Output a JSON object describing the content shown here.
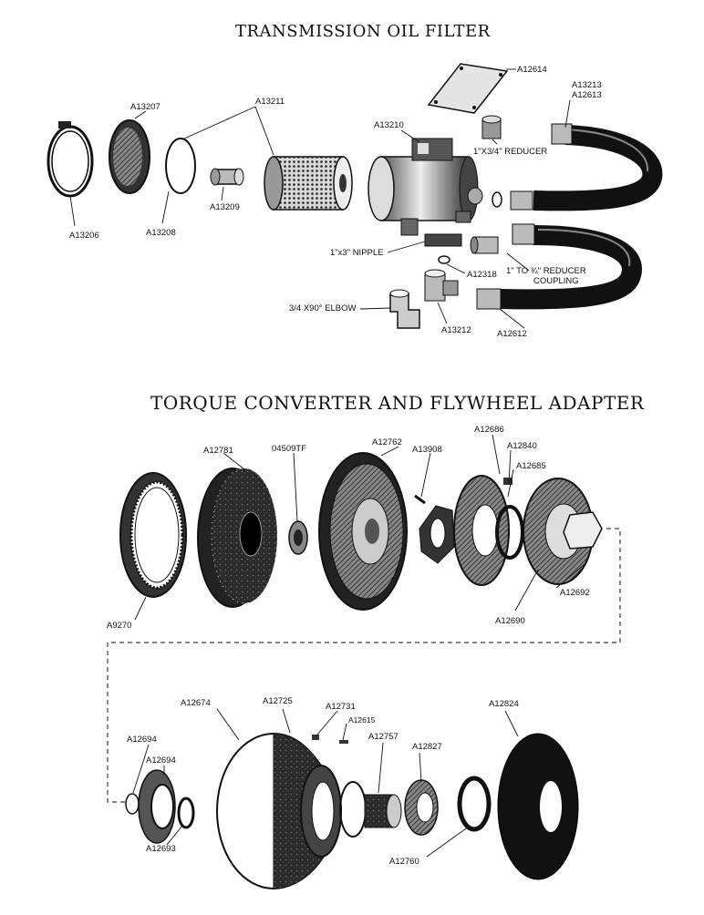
{
  "titles": {
    "transmission": "TRANSMISSION OIL FILTER",
    "torque": "TORQUE CONVERTER AND FLYWHEEL ADAPTER"
  },
  "labels": {
    "a12614": "A12614",
    "a13213": "A13213",
    "a12613": "A12613",
    "a13211": "A13211",
    "a13207": "A13207",
    "a13210": "A13210",
    "reducer_1x34": "1\"X3/4\" REDUCER",
    "a13206": "A13206",
    "a13208": "A13208",
    "a13209": "A13209",
    "nipple": "1\"x3\" NIPPLE",
    "a12318": "A12318",
    "reducer_coupling_line1": "1\" TO ¾\" REDUCER",
    "reducer_coupling_line2": "COUPLING",
    "elbow": "3/4 X90° ELBOW",
    "a13212": "A13212",
    "a12612": "A12612",
    "a12686": "A12686",
    "a12781": "A12781",
    "o4509tf": "04509TF",
    "a12762": "A12762",
    "a13908": "A13908",
    "a12840": "A12840",
    "a12685": "A12685",
    "a12692": "A12692",
    "a12690": "A12690",
    "a9270": "A9270",
    "a12674": "A12674",
    "a12725": "A12725",
    "a12731": "A12731",
    "a12615": "A12615",
    "a12824": "A12824",
    "a12757": "A12757",
    "a12827": "A12827",
    "a12694_1": "A12694",
    "a12694_2": "A12694",
    "a12693": "A12693",
    "a12760": "A12760"
  }
}
